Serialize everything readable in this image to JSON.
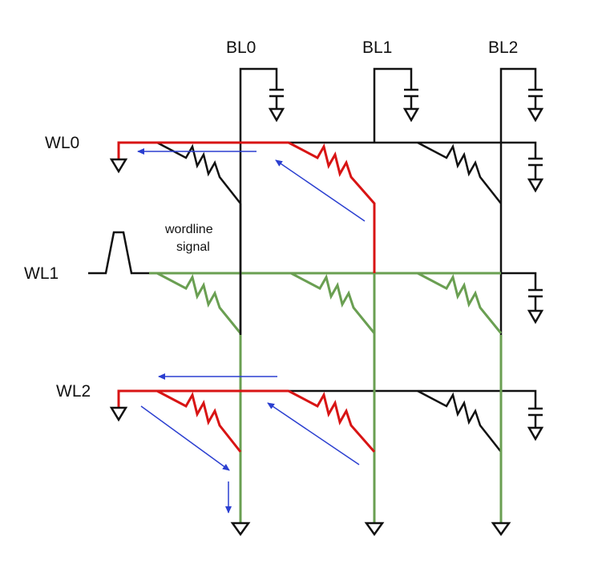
{
  "labels": {
    "bitlines": [
      "BL0",
      "BL1",
      "BL2"
    ],
    "wordlines": [
      "WL0",
      "WL1",
      "WL2"
    ],
    "signal_line1": "wordline",
    "signal_line2": "signal"
  },
  "colors": {
    "wire": "#111111",
    "sneak_path": "#d81414",
    "selected_path": "#6a9f52",
    "arrow": "#2b3fd0",
    "background": "#ffffff"
  }
}
